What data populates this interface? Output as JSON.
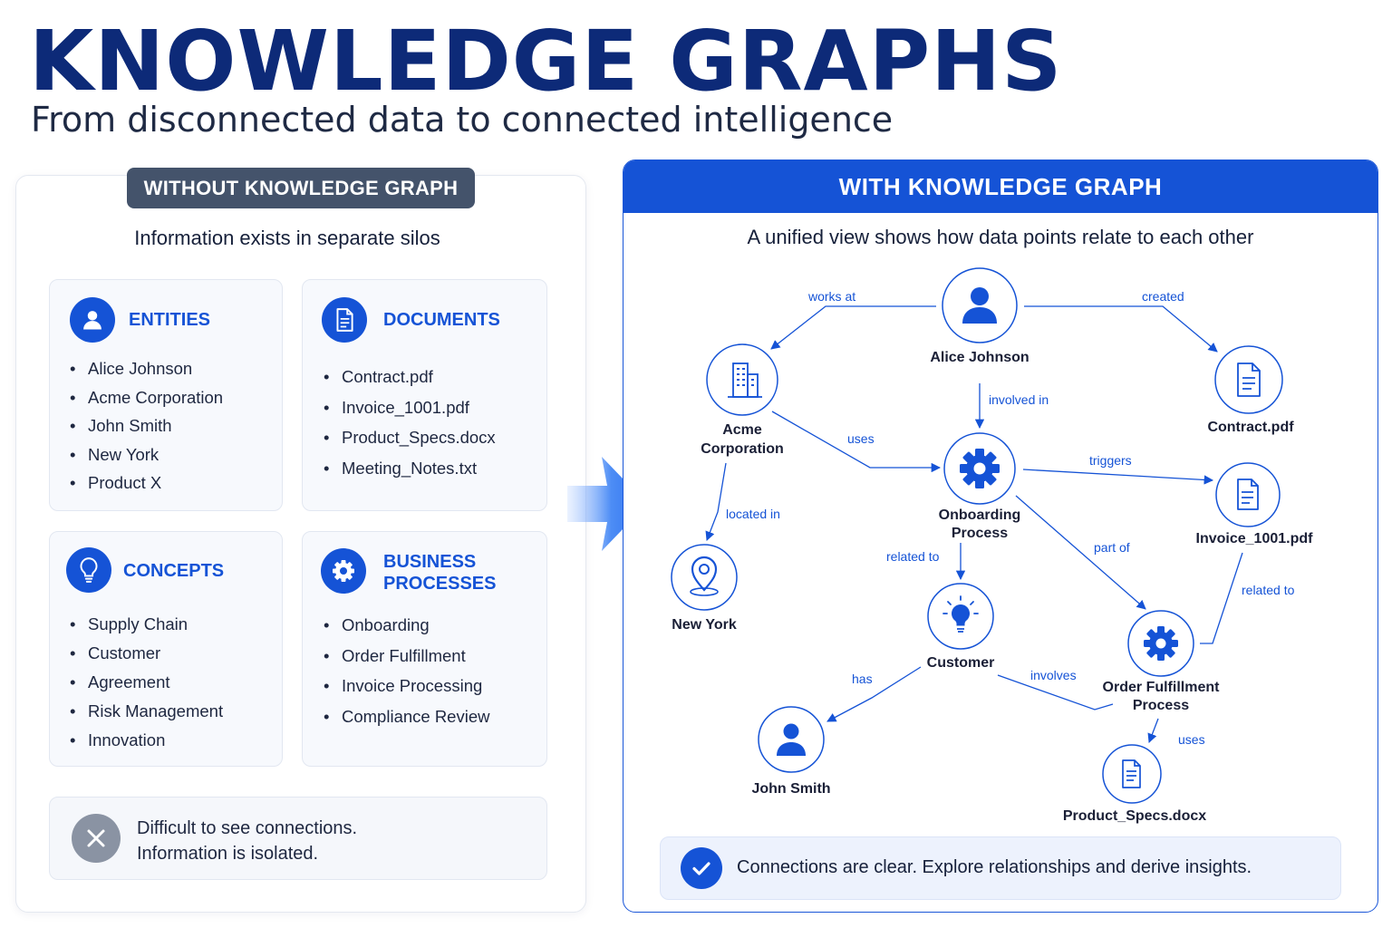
{
  "header": {
    "title": "KNOWLEDGE GRAPHS",
    "subtitle": "From disconnected data to connected intelligence"
  },
  "left": {
    "badge": "WITHOUT KNOWLEDGE GRAPH",
    "caption": "Information exists in separate silos",
    "cards": [
      {
        "title": "ENTITIES",
        "icon": "person-icon",
        "items": [
          "Alice Johnson",
          "Acme Corporation",
          "John Smith",
          "New York",
          "Product X"
        ]
      },
      {
        "title": "DOCUMENTS",
        "icon": "document-icon",
        "items": [
          "Contract.pdf",
          "Invoice_1001.pdf",
          "Product_Specs.docx",
          "Meeting_Notes.txt"
        ]
      },
      {
        "title": "CONCEPTS",
        "icon": "lightbulb-icon",
        "items": [
          "Supply Chain",
          "Customer",
          "Agreement",
          "Risk Management",
          "Innovation"
        ]
      },
      {
        "title_line1": "BUSINESS",
        "title_line2": "PROCESSES",
        "icon": "gear-icon",
        "items": [
          "Onboarding",
          "Order Fulfillment",
          "Invoice Processing",
          "Compliance Review"
        ]
      }
    ],
    "status_line1": "Difficult to see connections.",
    "status_line2": "Information is isolated."
  },
  "right": {
    "header": "WITH KNOWLEDGE GRAPH",
    "caption": "A unified view shows how data points relate to each other",
    "nodes": {
      "alice": [
        "Alice Johnson"
      ],
      "acme": [
        "Acme",
        "Corporation"
      ],
      "contract": [
        "Contract.pdf"
      ],
      "onboarding": [
        "Onboarding",
        "Process"
      ],
      "invoice": [
        "Invoice_1001.pdf"
      ],
      "newyork": [
        "New York"
      ],
      "customer": [
        "Customer"
      ],
      "orderfulfillment": [
        "Order Fulfillment",
        "Process"
      ],
      "johnsmith": [
        "John Smith"
      ],
      "productspecs": [
        "Product_Specs.docx"
      ]
    },
    "edges": {
      "works_at": "works at",
      "created": "created",
      "involved_in": "involved in",
      "uses_1": "uses",
      "triggers": "triggers",
      "located_in": "located in",
      "related_to_1": "related to",
      "part_of": "part of",
      "related_to_2": "related to",
      "has": "has",
      "involves": "involves",
      "uses_2": "uses"
    },
    "insight": "Connections are clear. Explore relationships and derive insights."
  },
  "colors": {
    "primary": "#1553d6",
    "title": "#0d2a78",
    "badge": "#44536b",
    "muted": "#8a93a3"
  }
}
